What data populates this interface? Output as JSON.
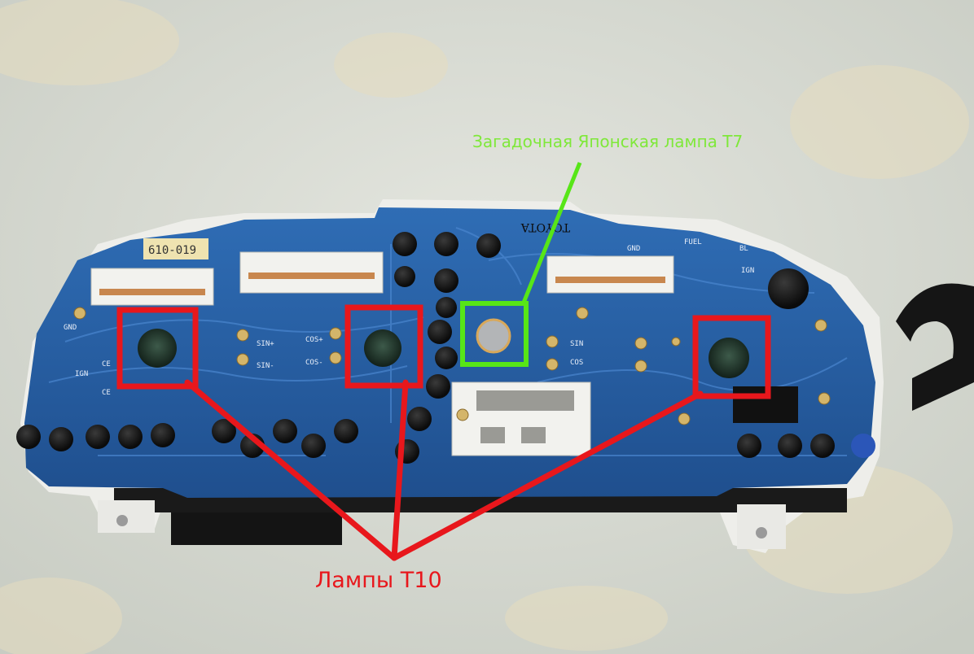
{
  "annotations": {
    "t7_label": "Загадочная Японская лампа T7",
    "t10_label": "Лампы T10"
  },
  "board": {
    "brand": "TOYOTA",
    "sticker": "610-019",
    "pin_labels": [
      "GND",
      "SIN+",
      "SIN-",
      "COS+",
      "COS-",
      "IGN",
      "FUEL",
      "BL",
      "GND",
      "COS",
      "SIN",
      "CE",
      "CE",
      "IGN"
    ]
  },
  "colors": {
    "red_marker": "#e8171c",
    "green_marker": "#57e617",
    "green_text": "#7fe83a",
    "board_blue": "#2a63a8",
    "background": "#d9dcd4"
  }
}
